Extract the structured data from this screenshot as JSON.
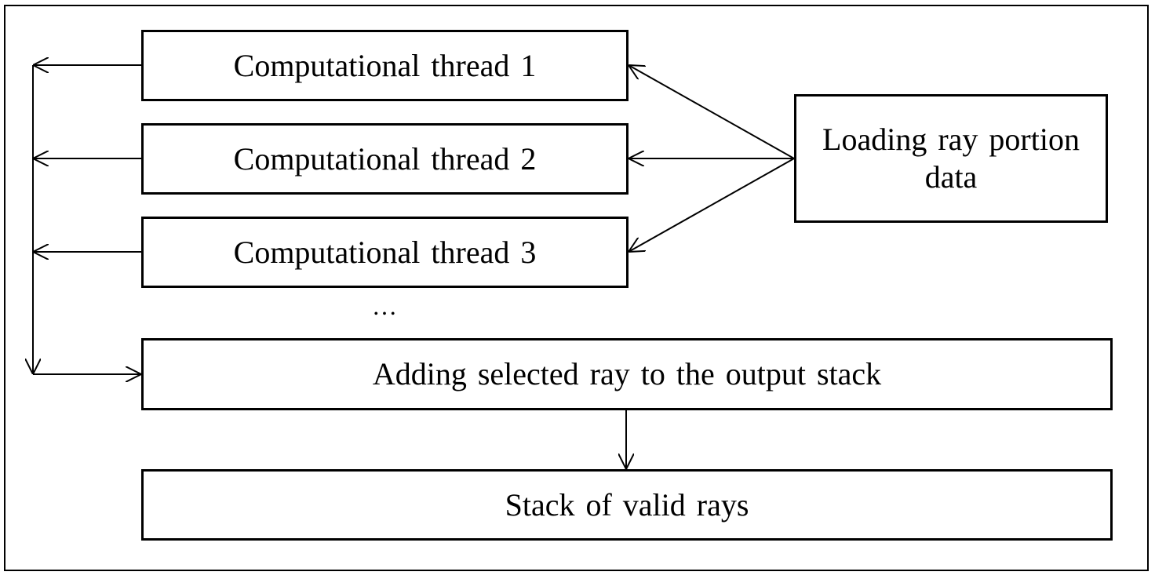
{
  "diagram": {
    "thread_boxes": [
      {
        "label": "Computational thread 1"
      },
      {
        "label": "Computational thread 2"
      },
      {
        "label": "Computational thread 3"
      }
    ],
    "ellipsis": "…",
    "loading_box": {
      "label": "Loading ray portion data"
    },
    "adding_box": {
      "label": "Adding selected ray to the output stack"
    },
    "stack_box": {
      "label": "Stack of valid rays"
    },
    "colors": {
      "stroke": "#000000",
      "background": "#ffffff"
    }
  }
}
